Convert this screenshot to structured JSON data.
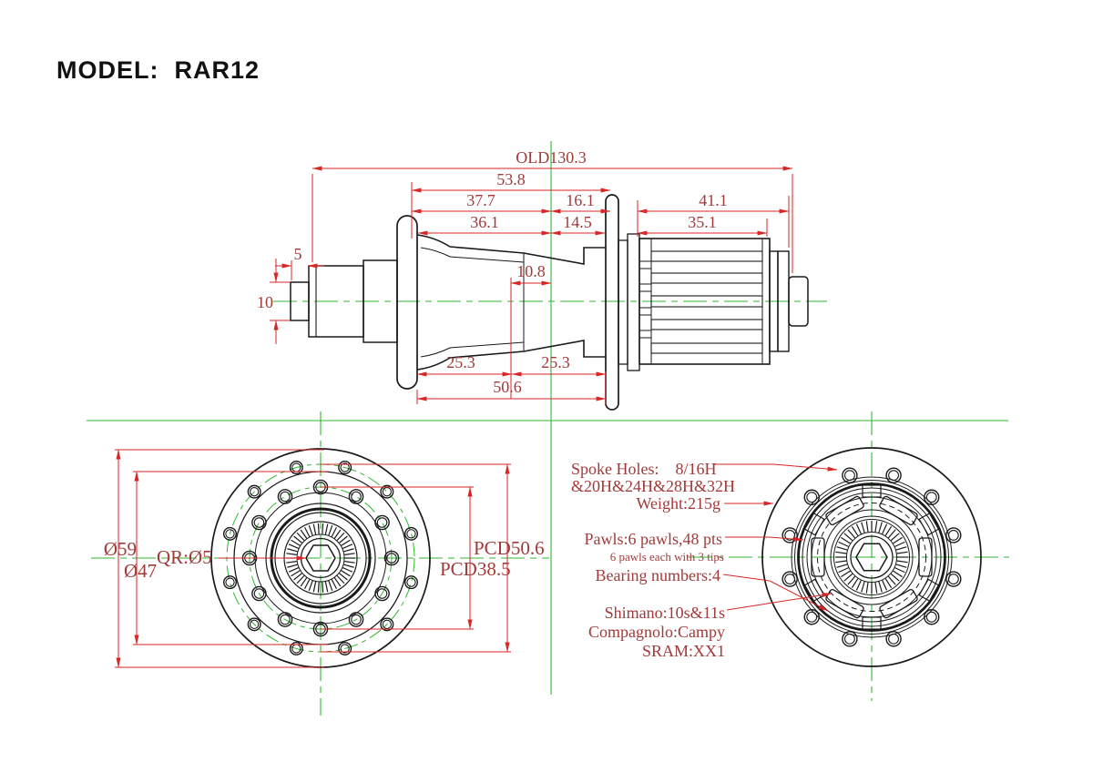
{
  "title": "MODEL:  RAR12",
  "colors": {
    "dimension_text": "#a33a3a",
    "dimension_line": "#d92626",
    "construction_line": "#2eb82e",
    "drawing_line": "#1a1a1a",
    "background": "#ffffff"
  },
  "side_view": {
    "name": "rear-hub-side-section",
    "dimensions": {
      "old": "OLD130.3",
      "d538": "53.8",
      "d377": "37.7",
      "d161": "16.1",
      "d411": "41.1",
      "d361": "36.1",
      "d145": "14.5",
      "d351": "35.1",
      "d108": "10.8",
      "d5": "5",
      "d10": "10",
      "d253a": "25.3",
      "d253b": "25.3",
      "d506": "50.6"
    }
  },
  "front_view_left": {
    "name": "hub-flange-front-view",
    "dim_outer_diameter": "Ø59",
    "dim_inner_diameter": "Ø47",
    "dim_axle": "QR:Ø5",
    "dim_pcd_outer": "PCD50.6",
    "dim_pcd_inner": "PCD38.5"
  },
  "front_view_right": {
    "name": "freehub-ratchet-front-view"
  },
  "annotations": {
    "spoke_holes_line1": "Spoke Holes:    8/16H",
    "spoke_holes_line2": "&20H&24H&28H&32H",
    "weight": "Weight:215g",
    "pawls": "Pawls:6 pawls,48 pts",
    "pawls_note": "6 pawls each with 3 tips",
    "bearings": "Bearing numbers:4",
    "compat_shimano": "Shimano:10s&11s",
    "compat_campagnolo": "Compagnolo:Campy",
    "compat_sram": "SRAM:XX1"
  }
}
